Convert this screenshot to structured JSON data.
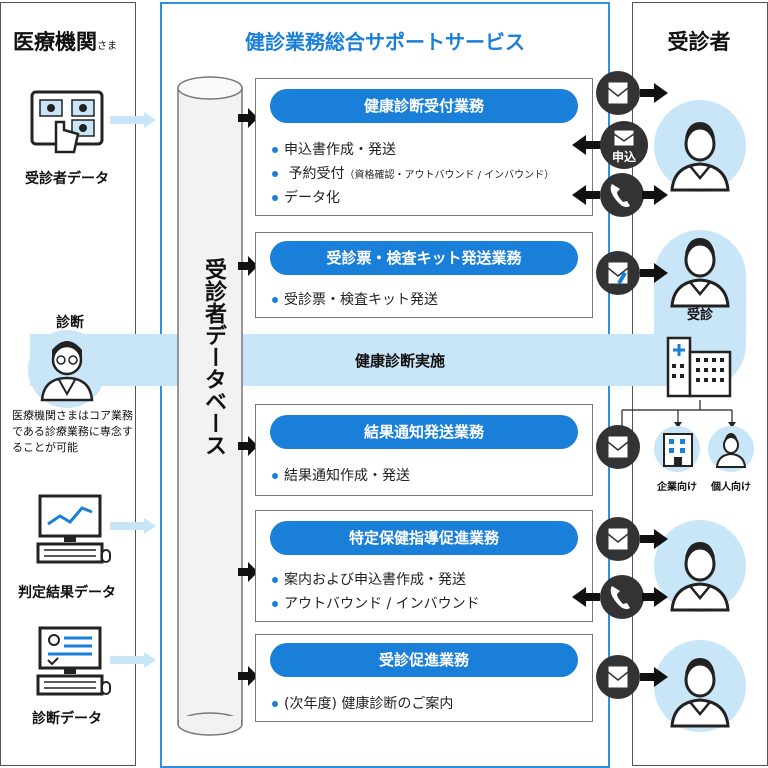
{
  "left_column": {
    "title": "医療機関",
    "title_suffix": "さま",
    "items": [
      {
        "label": "受診者データ",
        "icon": "tablet-touch-icon"
      },
      {
        "label": "診断",
        "icon": "doctor-icon"
      },
      {
        "label": "判定結果データ",
        "icon": "computer-chart-icon"
      },
      {
        "label": "診断データ",
        "icon": "computer-report-icon"
      }
    ],
    "note": "医療機関さまはコア業務である診療業務に専念することが可能"
  },
  "center": {
    "title": "健診業務総合サポートサービス",
    "database_label": "受診者データベース",
    "band_label": "健康診断実施",
    "services": [
      {
        "title": "健康診断受付業務",
        "bullets": [
          "申込書作成・発送",
          "予約受付",
          "データ化"
        ],
        "bullet_note": "（資格確認・アウトバウンド / インバウンド）"
      },
      {
        "title": "受診票・検査キット発送業務",
        "bullets": [
          "受診票・検査キット発送"
        ]
      },
      {
        "title": "結果通知発送業務",
        "bullets": [
          "結果通知作成・発送"
        ]
      },
      {
        "title": "特定保健指導促進業務",
        "bullets": [
          "案内および申込書作成・発送",
          "アウトバウンド / インバウンド"
        ]
      },
      {
        "title": "受診促進業務",
        "bullets": [
          "(次年度) 健康診断のご案内"
        ]
      }
    ]
  },
  "right_column": {
    "title": "受診者",
    "apply_label": "申込",
    "exam_label": "受診",
    "corporate_label": "企業向け",
    "individual_label": "個人向け"
  },
  "colors": {
    "accent": "#1a7fd8",
    "light": "#c9e5f8",
    "dark": "#333333"
  }
}
